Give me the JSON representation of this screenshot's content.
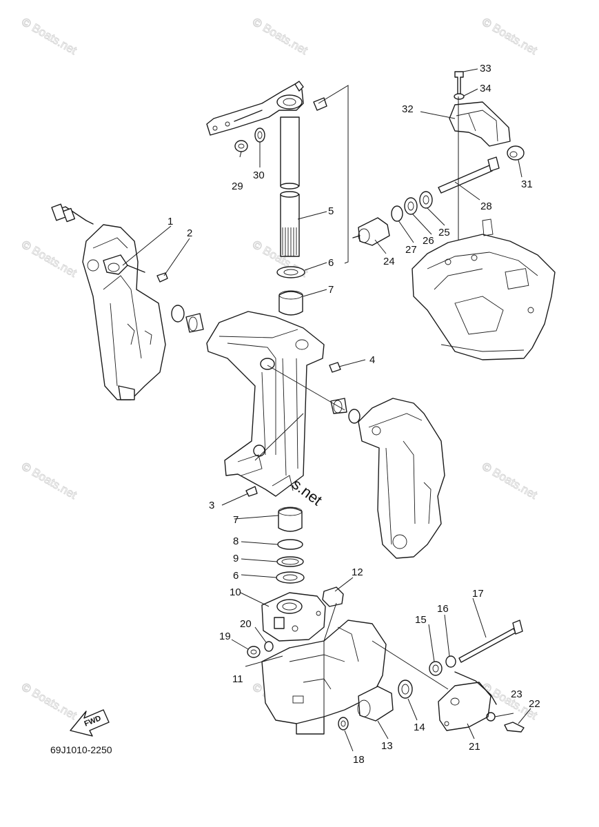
{
  "watermark": {
    "text": "© Boats.net",
    "center_text": "© Boats.net"
  },
  "diagram_code": "69J1010-2250",
  "fwd_label": "FWD",
  "callouts": [
    "1",
    "2",
    "3",
    "4",
    "5",
    "6",
    "7",
    "8",
    "9",
    "10",
    "11",
    "12",
    "13",
    "14",
    "15",
    "16",
    "17",
    "18",
    "19",
    "20",
    "21",
    "22",
    "23",
    "24",
    "25",
    "26",
    "27",
    "28",
    "29",
    "30",
    "31",
    "32",
    "33",
    "34"
  ],
  "callout_6b": "6",
  "callout_7b": "7"
}
